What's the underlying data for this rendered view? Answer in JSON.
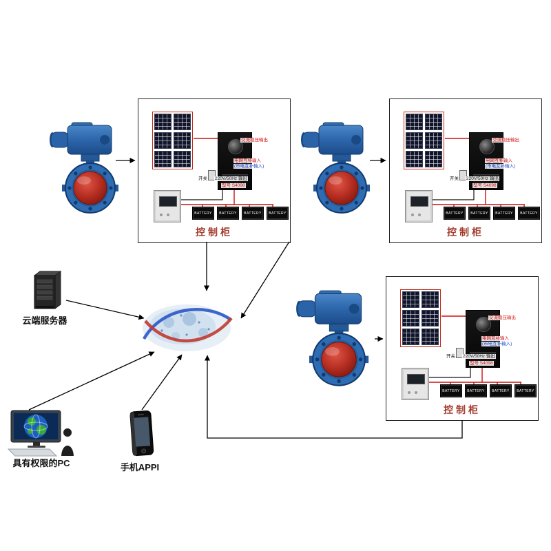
{
  "labels": {
    "cloud_server": "云端服务器",
    "pc": "具有权限的PC",
    "phone": "手机APPI"
  },
  "cabinets": [
    {
      "label": "控制柜"
    },
    {
      "label": "控制柜"
    },
    {
      "label": "控制柜"
    }
  ],
  "cabinet_content": {
    "switch_label": "开关",
    "battery_label": "BATTERY",
    "inverter_labels": {
      "ac_out": "交流稳压输出",
      "grid_in": "电网互补输入",
      "grid_in_sub": "(市电互补输入)",
      "output": "220V/50Hz 输出",
      "model": "型号 S4098"
    }
  },
  "colors": {
    "cabinet_label": "#a23b2e",
    "wire_red": "#cc1111",
    "valve_blue": "#2e6cb3",
    "valve_disc_red": "#b42b20"
  }
}
